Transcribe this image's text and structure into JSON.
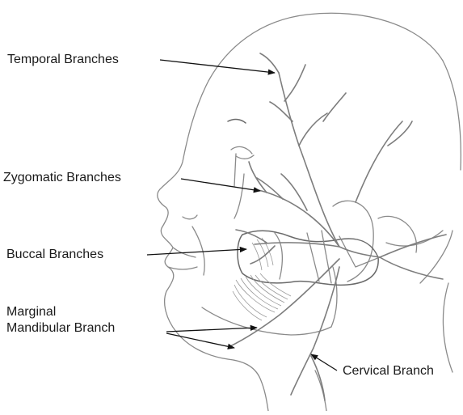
{
  "labels": {
    "temporal": "Temporal Branches",
    "zygomatic": "Zygomatic Branches",
    "buccal": "Buccal Branches",
    "marginal_line1": "Marginal",
    "marginal_line2": "Mandibular Branch",
    "cervical": "Cervical Branch"
  }
}
